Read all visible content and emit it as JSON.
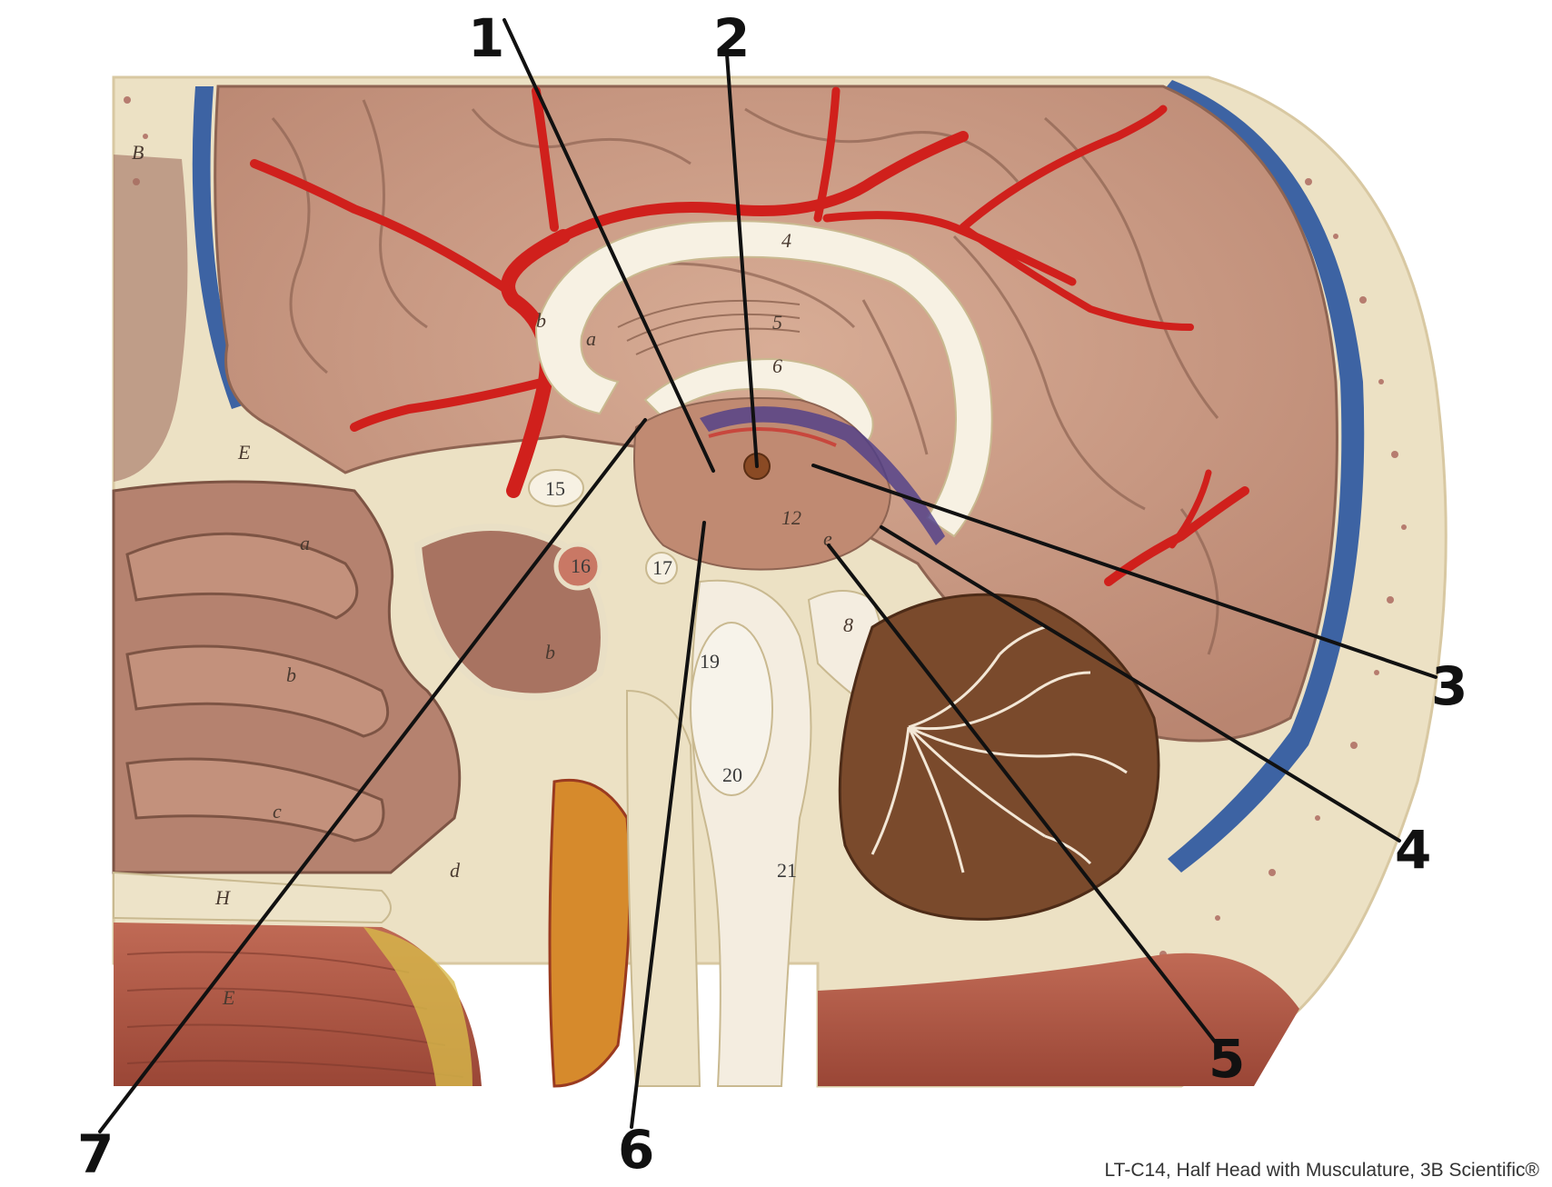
{
  "figure": {
    "caption": "LT-C14, Half Head with Musculature, 3B Scientific®",
    "callouts": [
      "1",
      "2",
      "3",
      "4",
      "5",
      "6",
      "7"
    ],
    "model_labels": {
      "corpus_callosum": "4",
      "fornix_region": "5",
      "fornix_body": "6",
      "mammillary": "15",
      "pituitary": "16",
      "pons_left": "17",
      "cerebellum_region": "12",
      "pons": "19",
      "medulla": "20",
      "spinal": "21",
      "frontal_b": "b",
      "frontal_a": "a",
      "nasal_a": "a",
      "nasal_b": "b",
      "nasal_c": "c",
      "nasal_d": "d",
      "sphenoid_b": "b",
      "bone_B": "B",
      "bone_E": "E",
      "bone_H": "H",
      "tongue_E": "E",
      "letter_e": "e",
      "csf_8": "8"
    },
    "colors": {
      "brain": "#c99a82",
      "artery": "#d0201c",
      "vein": "#3d63a3",
      "bone": "#efe7cc",
      "cerebellum": "#7a4a2c",
      "muscle": "#b35c48"
    }
  }
}
